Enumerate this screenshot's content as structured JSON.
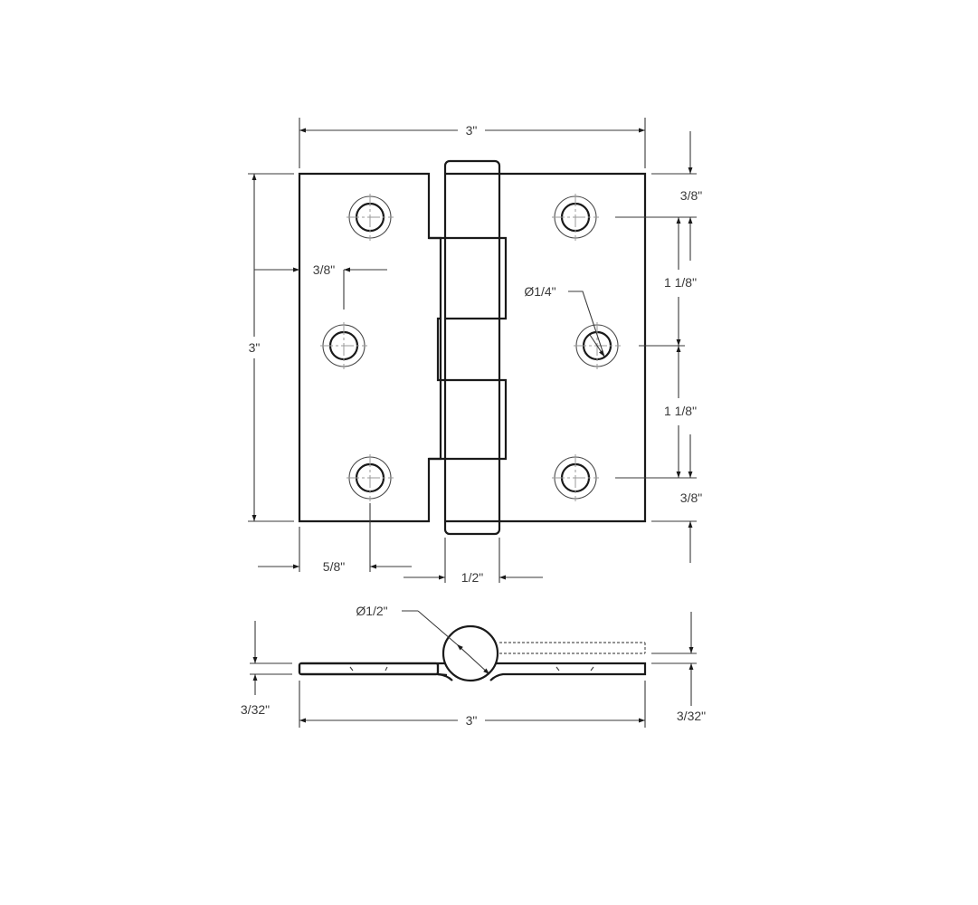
{
  "drawing": {
    "subject": "Butt hinge technical drawing",
    "views": [
      "front-view",
      "side-view"
    ],
    "colors": {
      "line": "#1a1a1a",
      "dimension": "#3a3a3a",
      "centerline": "#9a9a9a",
      "background": "#ffffff"
    }
  },
  "front_view": {
    "overall_width_label": "3\"",
    "overall_height_label": "3\"",
    "top_edge_to_hole_label": "3/8\"",
    "hole_spacing_upper_label": "1 1/8\"",
    "hole_spacing_lower_label": "1 1/8\"",
    "bottom_edge_to_hole_label": "3/8\"",
    "left_edge_to_middle_hole_label": "3/8\"",
    "hole_diameter_label": "Ø1/4\"",
    "left_edge_to_outer_hole_label": "5/8\"",
    "barrel_width_label": "1/2\""
  },
  "side_view": {
    "barrel_diameter_label": "Ø1/2\"",
    "leaf_thickness_left_label": "3/32\"",
    "leaf_thickness_right_label": "3/32\"",
    "overall_width_label": "3\""
  }
}
